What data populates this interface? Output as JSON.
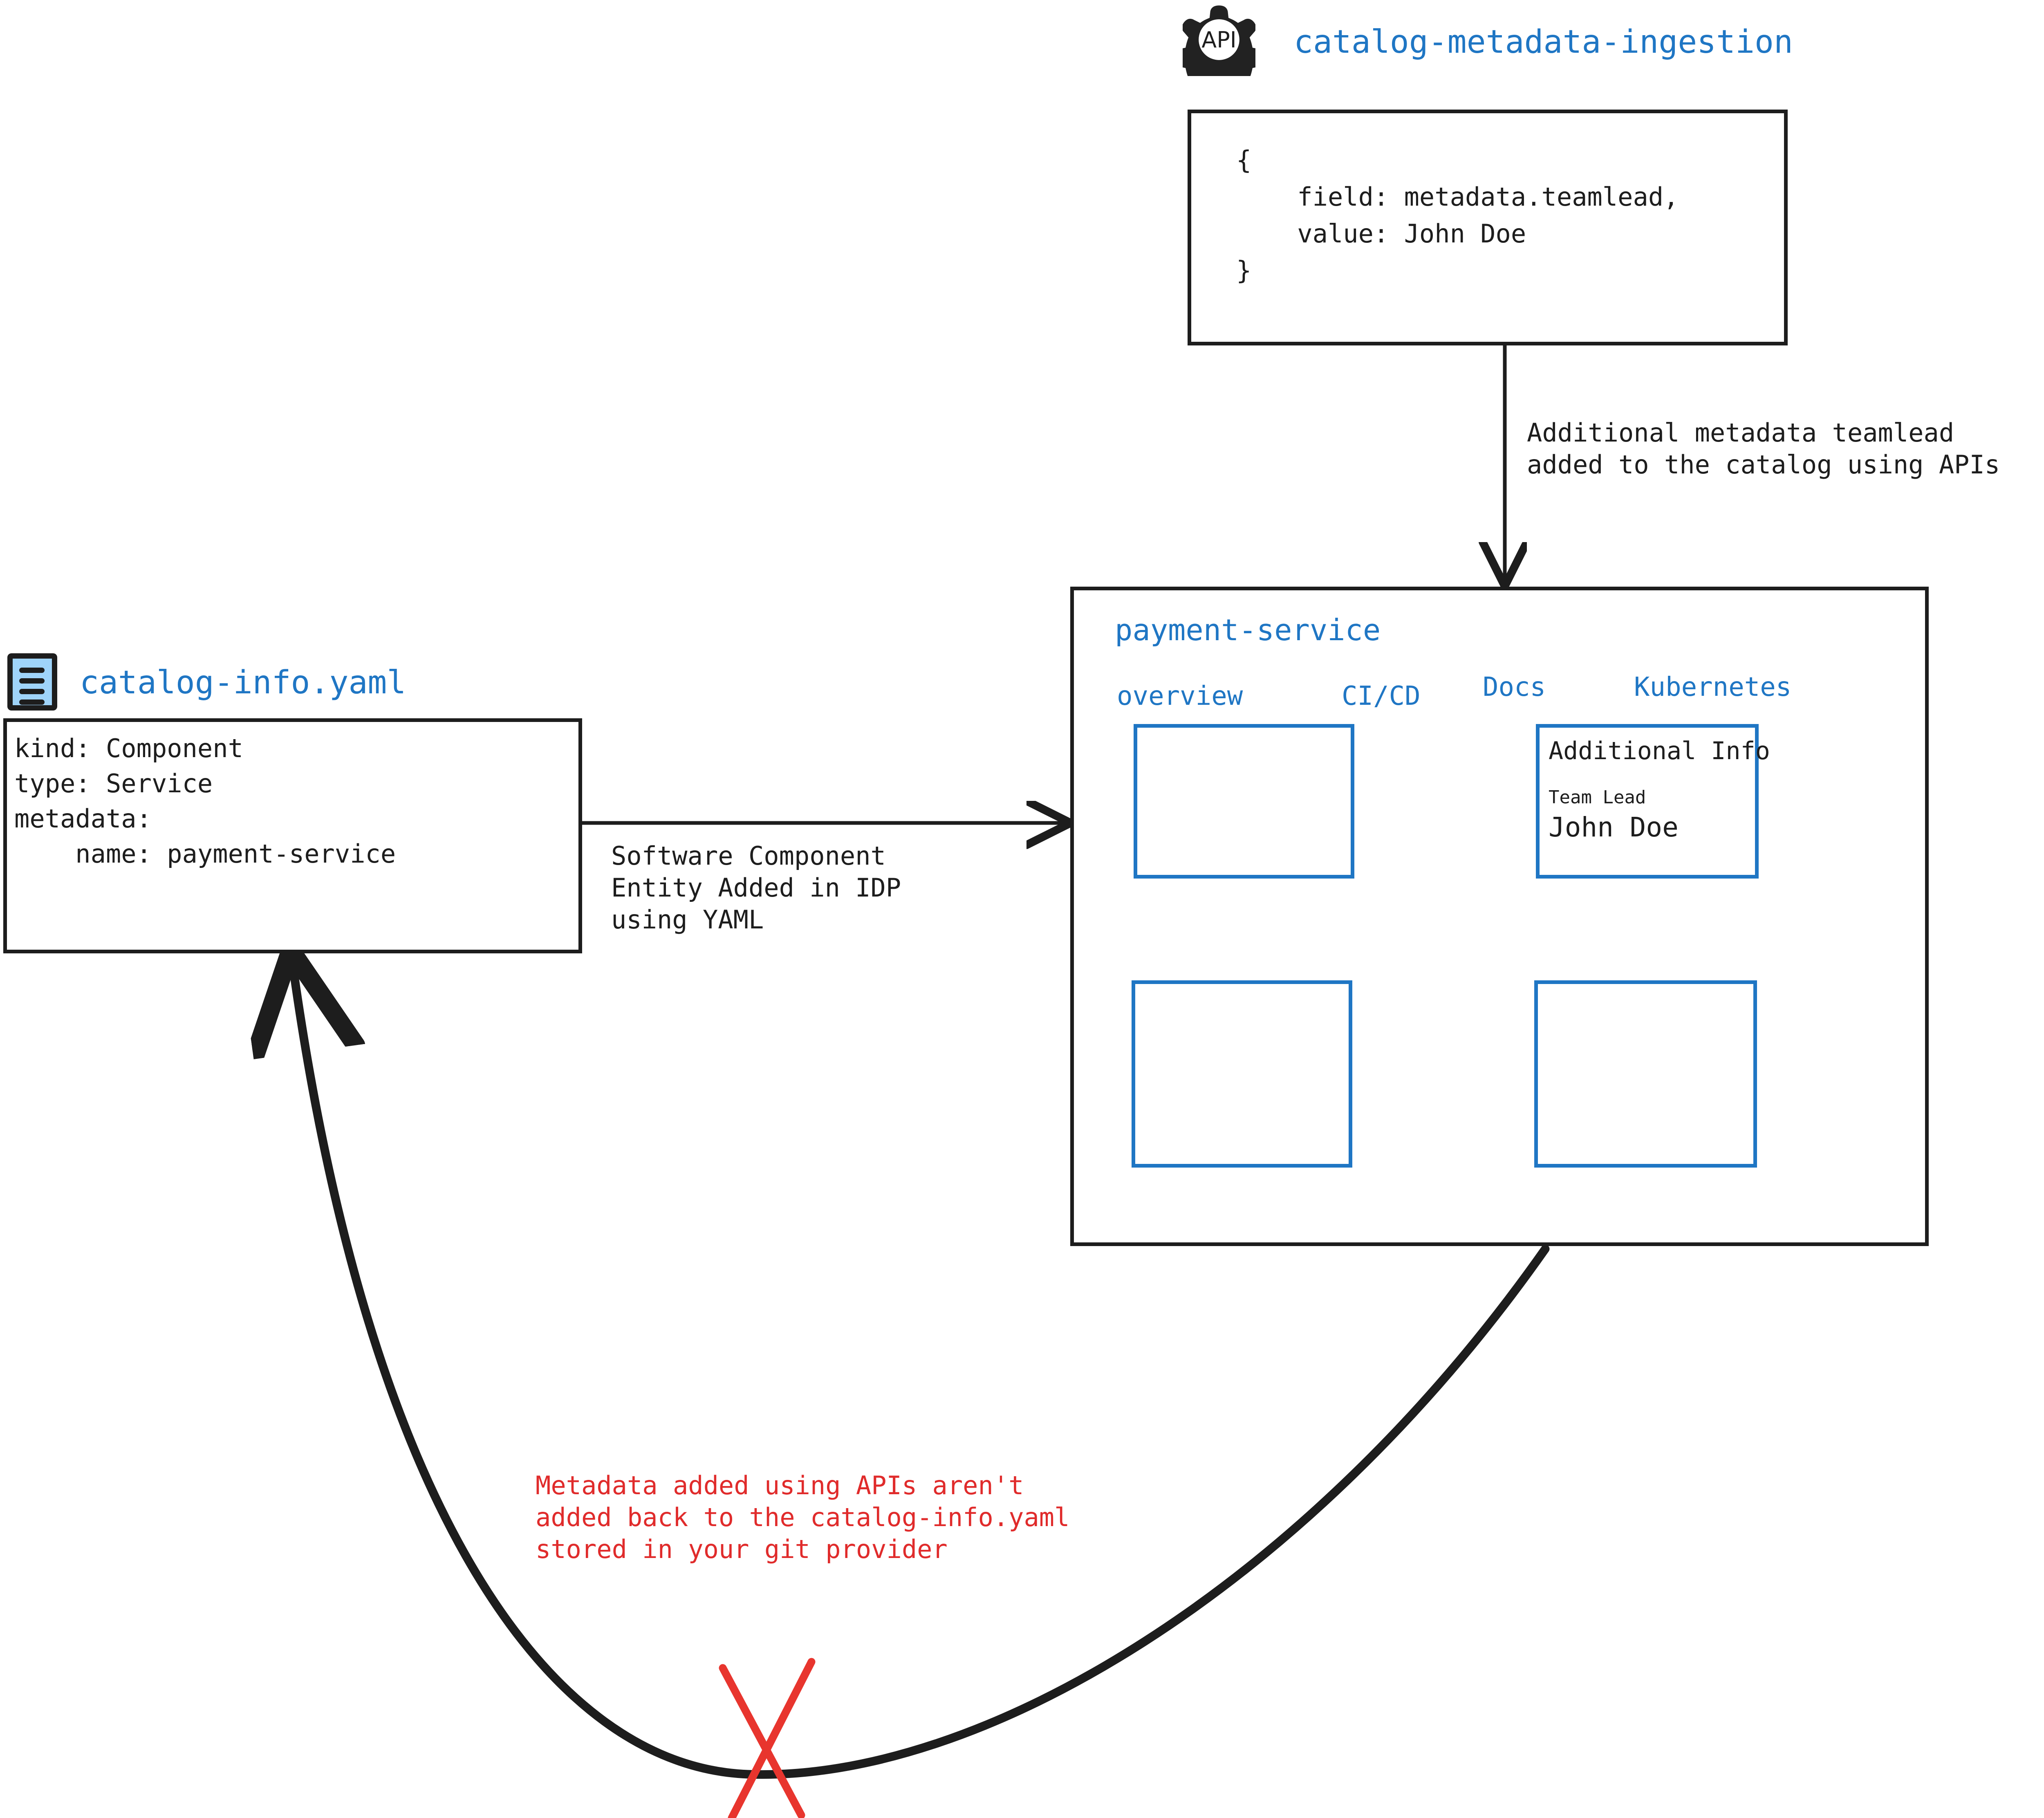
{
  "api_source": {
    "icon": "api-gear-icon",
    "icon_label": "API",
    "title": "catalog-metadata-ingestion",
    "code_lines": [
      "{",
      "    field: metadata.teamlead,",
      "    value: John Doe",
      "}"
    ]
  },
  "yaml_source": {
    "icon": "yaml-file-icon",
    "title": "catalog-info.yaml",
    "code_lines": [
      "kind: Component",
      "type: Service",
      "metadata:",
      "    name: payment-service"
    ]
  },
  "edges": {
    "api_to_catalog_label": "Additional metadata teamlead\nadded to the catalog using APIs",
    "yaml_to_catalog_label": "Software Component\nEntity Added in IDP\nusing YAML",
    "catalog_back_to_yaml_label": "Metadata added using APIs aren't\nadded back to the catalog-info.yaml\nstored in your git provider",
    "blocked_marker": "red-x-icon"
  },
  "catalog_panel": {
    "title": "payment-service",
    "tabs": [
      {
        "label": "overview"
      },
      {
        "label": "CI/CD"
      },
      {
        "label": "Docs"
      },
      {
        "label": "Kubernetes"
      }
    ],
    "cards": [
      {
        "id": "overview-card",
        "heading": "",
        "key": "",
        "value": ""
      },
      {
        "id": "additional-info-card",
        "heading": "Additional Info",
        "key": "Team Lead",
        "value": "John Doe"
      },
      {
        "id": "bottom-left-card",
        "heading": "",
        "key": "",
        "value": ""
      },
      {
        "id": "bottom-right-card",
        "heading": "",
        "key": "",
        "value": ""
      }
    ]
  },
  "colors": {
    "accent_blue": "#1f76c4",
    "icon_fill_blue": "#9fd4fa",
    "stroke_black": "#1d1d1d",
    "warning_red": "#e02b2b"
  }
}
